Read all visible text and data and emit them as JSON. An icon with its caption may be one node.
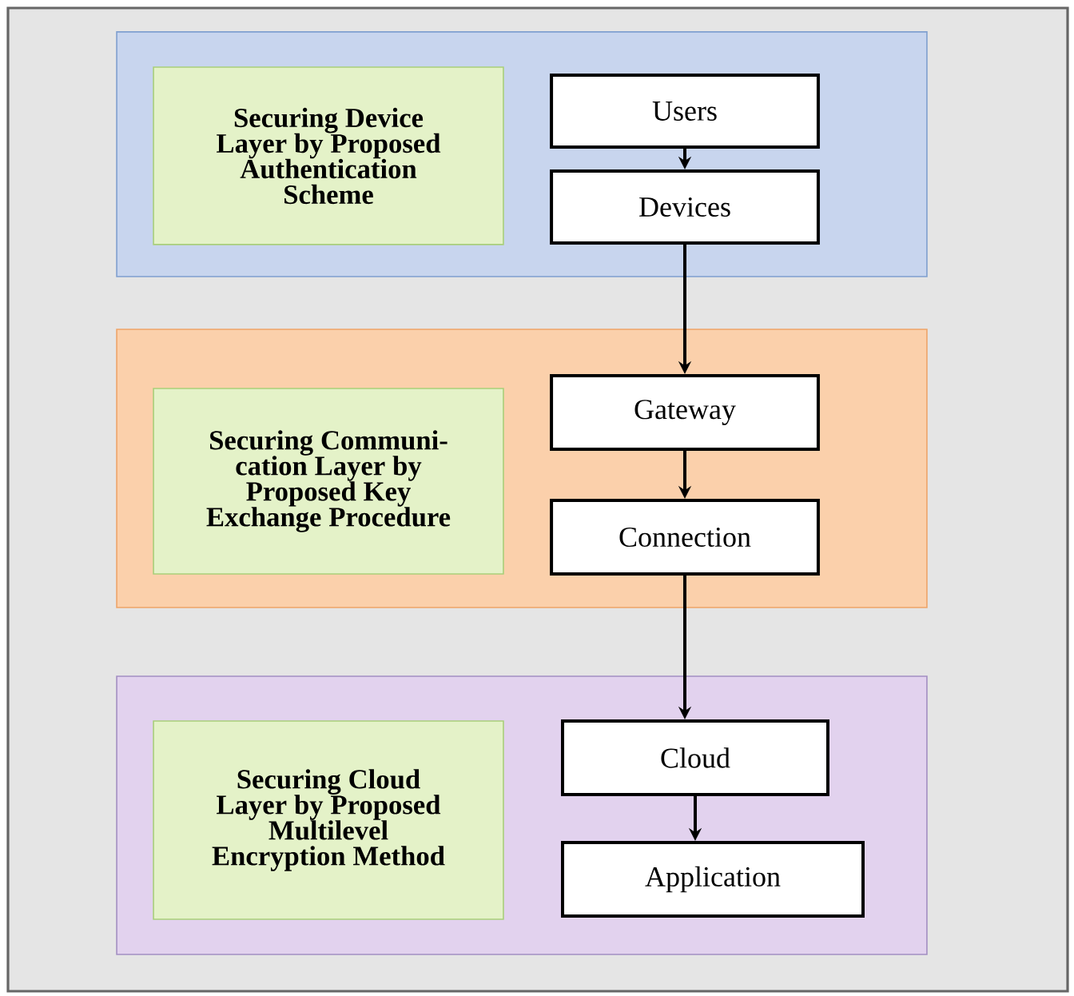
{
  "diagram": {
    "nodes": [
      {
        "text": [],
        "shape": "box"
      },
      {
        "text": [
          "Securing Device Layer by Proposed Authentication Scheme"
        ],
        "in": 0
      },
      {
        "text": [
          "Users"
        ],
        "in": 0
      },
      {
        "text": [
          "Devices"
        ],
        "in": 0
      },
      {
        "text": [],
        "shape": "box"
      },
      {
        "text": [
          "Securing Communi-cation Layer by Proposed Key Exchange Procedure"
        ],
        "in": 4
      },
      {
        "text": [
          "Gateway"
        ],
        "in": 4
      },
      {
        "text": [
          "Connection"
        ],
        "in": 4
      },
      {
        "text": [],
        "shape": "box"
      },
      {
        "text": [
          "Securing Cloud Layer by Proposed Multilevel Encryption Method"
        ],
        "in": 8
      },
      {
        "text": [
          "Cloud"
        ],
        "in": 8
      },
      {
        "text": [
          "Application"
        ],
        "in": 8
      }
    ],
    "edges": [
      {
        "from": 2,
        "to": 3,
        "arrow": "to"
      },
      {
        "from": 3,
        "to": 6,
        "arrow": "to"
      },
      {
        "from": 6,
        "to": 7,
        "arrow": "to"
      },
      {
        "from": 7,
        "to": 10,
        "arrow": "to"
      },
      {
        "from": 10,
        "to": 11,
        "arrow": "to"
      }
    ]
  }
}
